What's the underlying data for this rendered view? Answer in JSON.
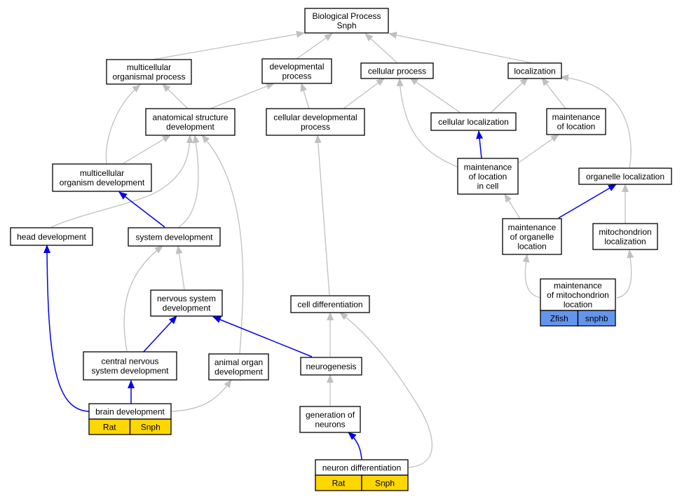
{
  "colors": {
    "gray_edge": "#c0c0c0",
    "blue_edge": "#0000ee",
    "rat_snph_fill": "#ffd700",
    "zfish_fill": "#6495ed"
  },
  "nodes": {
    "bp": [
      "Biological Process",
      "Snph"
    ],
    "mop": [
      "multicellular",
      "organismal process"
    ],
    "dp": [
      "developmental",
      "process"
    ],
    "cp": [
      "cellular process"
    ],
    "loc": [
      "localization"
    ],
    "asd": [
      "anatomical structure",
      "development"
    ],
    "cdp": [
      "cellular developmental",
      "process"
    ],
    "cl": [
      "cellular localization"
    ],
    "mol": [
      "maintenance",
      "of location"
    ],
    "mod": [
      "multicellular",
      "organism development"
    ],
    "molc": [
      "maintenance",
      "of location",
      "in cell"
    ],
    "ol": [
      "organelle localization"
    ],
    "hd": [
      "head development"
    ],
    "sd": [
      "system development"
    ],
    "moloc": [
      "maintenance",
      "of organelle",
      "location"
    ],
    "ml": [
      "mitochondrion",
      "localization"
    ],
    "momito": [
      "maintenance",
      "of mitochondrion",
      "location"
    ],
    "nsd": [
      "nervous system",
      "development"
    ],
    "cd": [
      "cell differentiation"
    ],
    "cnsd": [
      "central nervous",
      "system development"
    ],
    "aod": [
      "animal organ",
      "development"
    ],
    "ng": [
      "neurogenesis"
    ],
    "bd": [
      "brain development"
    ],
    "gon": [
      "generation of",
      "neurons"
    ],
    "nd": [
      "neuron differentiation"
    ]
  },
  "annotations": {
    "bd": [
      "Rat",
      "Snph"
    ],
    "nd": [
      "Rat",
      "Snph"
    ],
    "momito": [
      "Zfish",
      "snphb"
    ]
  }
}
